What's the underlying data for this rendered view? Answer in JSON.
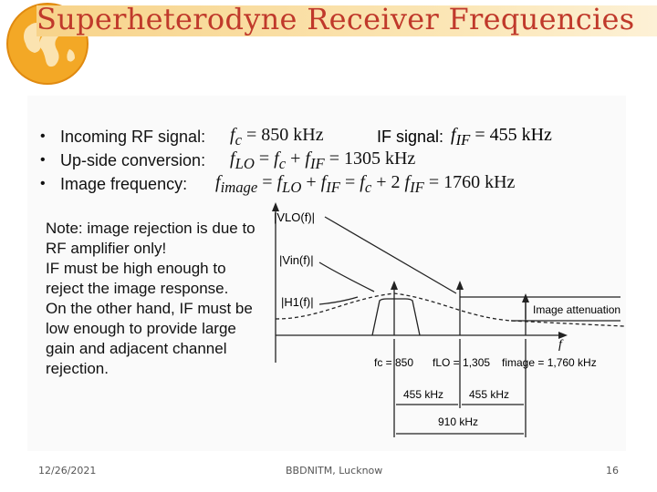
{
  "slide": {
    "title": "Superheterodyne Receiver Frequencies",
    "bullets": [
      {
        "label": "Incoming RF signal:",
        "math": "fc = 850 kHz"
      },
      {
        "label": "Up-side conversion:",
        "math": "fLO = fc + fIF = 1305 kHz"
      },
      {
        "label": "Image frequency:",
        "math": "fimage = fLO + fIF = fc + 2 fIF = 1760 kHz"
      }
    ],
    "if_signal": {
      "label": "IF signal:",
      "math": "fIF = 455 kHz"
    },
    "note": [
      "Note: image rejection is due to RF amplifier only!",
      "IF must be high enough to reject the image response.",
      "On the other hand, IF must be low enough to provide large gain and adjacent channel rejection."
    ],
    "diagram": {
      "vlo": "|VLO(f)|",
      "vin": "|Vin(f)|",
      "h1": "|H1(f)|",
      "image_attenuation": "Image attenuation",
      "f_axis": "f",
      "fc_label": "fc = 850",
      "flo_label": "fLO = 1,305",
      "fimage_label": "fimage = 1,760 kHz",
      "if1": "455 kHz",
      "if2": "455 kHz",
      "span": "910 kHz"
    }
  },
  "footer": {
    "date": "12/26/2021",
    "institution": "BBDNITM, Lucknow",
    "page": "16"
  },
  "colors": {
    "title": "#c0392b",
    "title_bar": "#f7d38a",
    "globe": "#f0a020"
  }
}
